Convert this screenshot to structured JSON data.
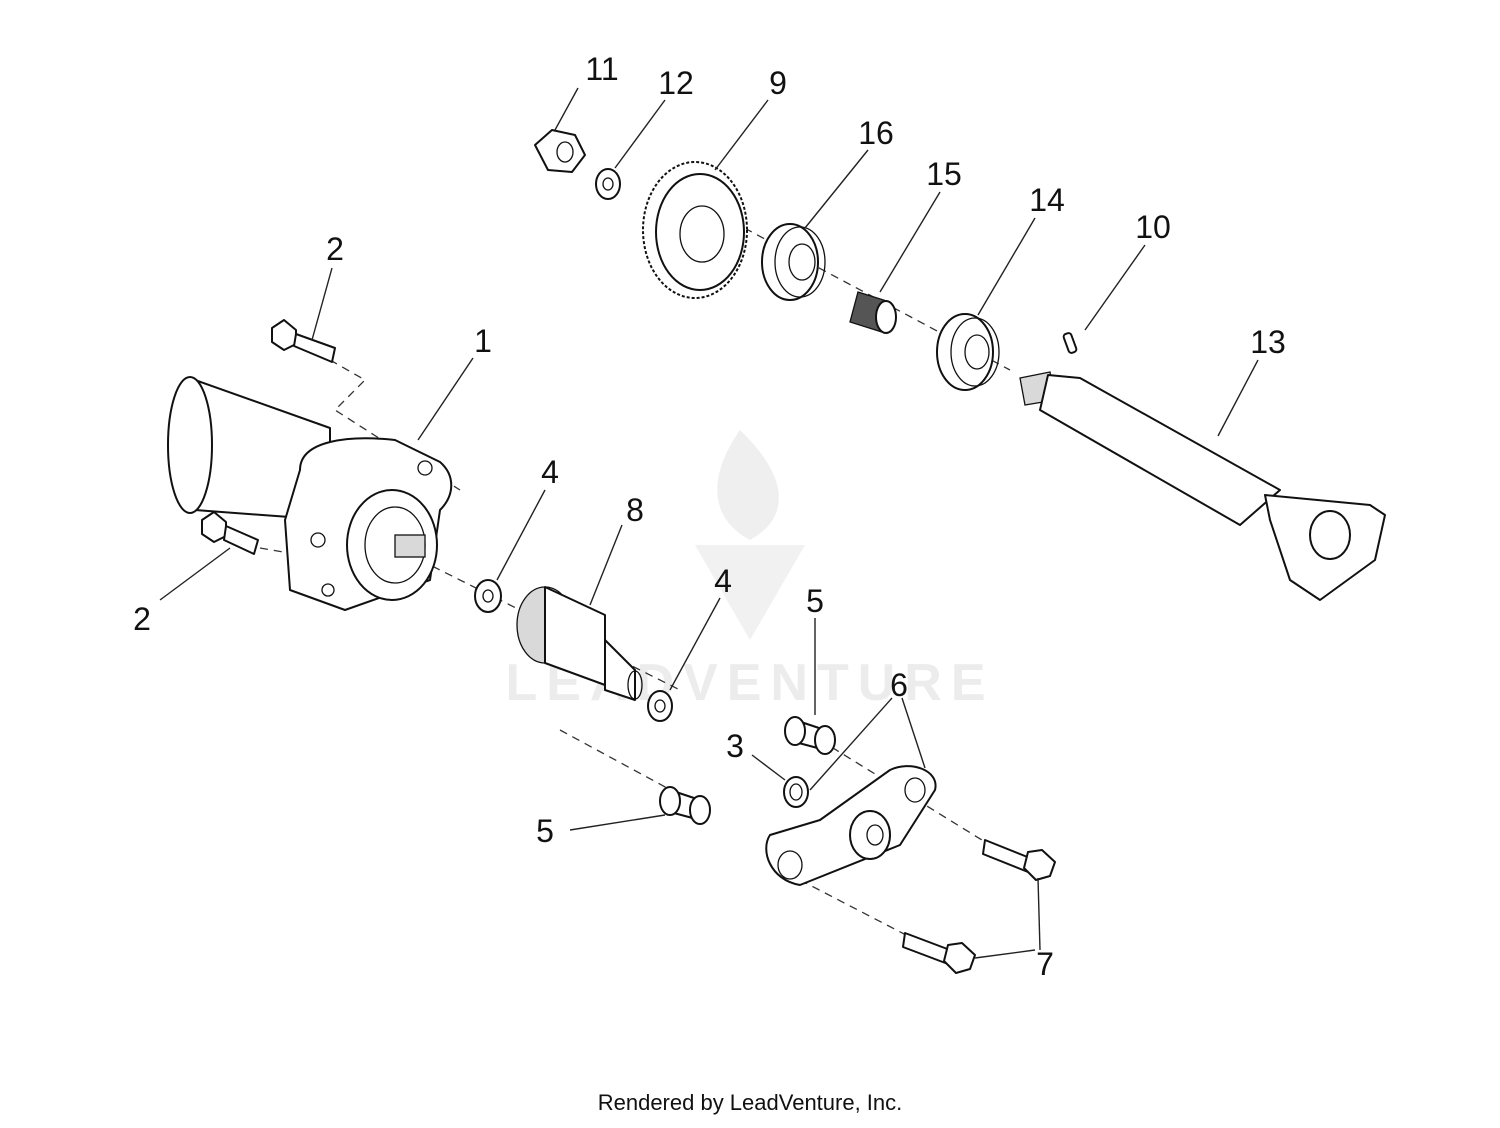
{
  "diagram": {
    "callouts": {
      "c1": "1",
      "c2a": "2",
      "c2b": "2",
      "c3": "3",
      "c4a": "4",
      "c4b": "4",
      "c5a": "5",
      "c5b": "5",
      "c6": "6",
      "c7": "7",
      "c8": "8",
      "c9": "9",
      "c10": "10",
      "c11": "11",
      "c12": "12",
      "c13": "13",
      "c14": "14",
      "c15": "15",
      "c16": "16"
    },
    "watermark": "LEADVENTURE"
  },
  "footer": {
    "credit": "Rendered by LeadVenture, Inc."
  }
}
